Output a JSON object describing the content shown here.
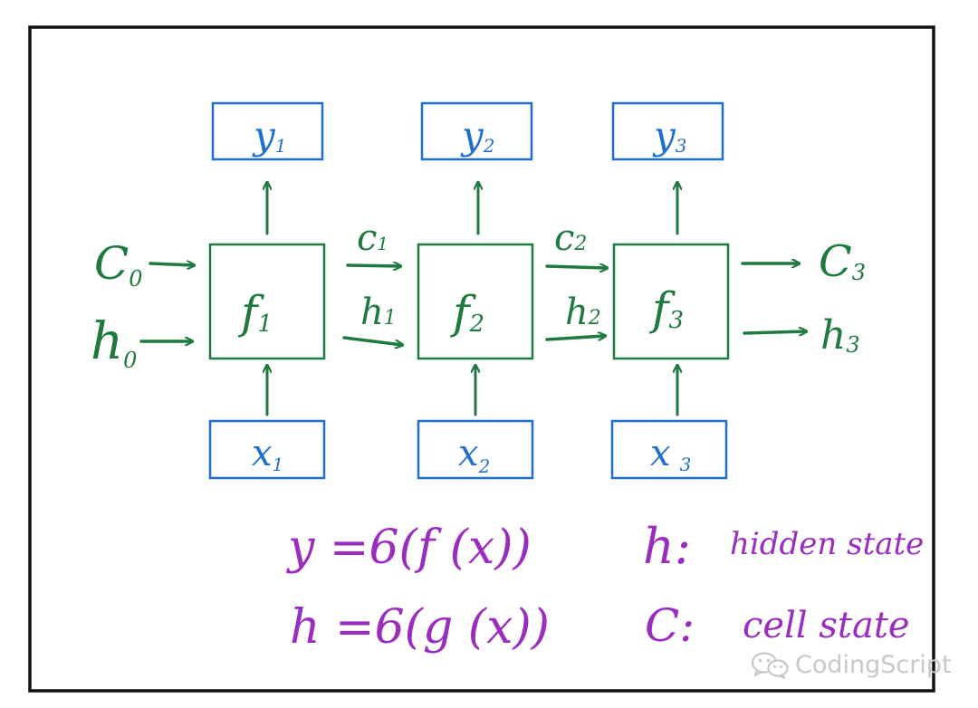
{
  "colors": {
    "frame": "#111111",
    "cell": "#1f7a3f",
    "io": "#1f6fd1",
    "formula": "#9b2cc0",
    "watermark": "#c8c8c8"
  },
  "cells": [
    {
      "label": "f",
      "sub": "1"
    },
    {
      "label": "f",
      "sub": "2"
    },
    {
      "label": "f",
      "sub": "3"
    }
  ],
  "outputs": [
    {
      "label": "y",
      "sub": "1"
    },
    {
      "label": "y",
      "sub": "2"
    },
    {
      "label": "y",
      "sub": "3"
    }
  ],
  "inputs": [
    {
      "label": "x",
      "sub": "1"
    },
    {
      "label": "x",
      "sub": "2"
    },
    {
      "label": "x",
      "sub": "3"
    }
  ],
  "states": {
    "c0": {
      "label": "C",
      "sub": "0"
    },
    "h0": {
      "label": "h",
      "sub": "0"
    },
    "c1": {
      "label": "c",
      "sub": "1"
    },
    "h1": {
      "label": "h",
      "sub": "1"
    },
    "c2": {
      "label": "c",
      "sub": "2"
    },
    "h2": {
      "label": "h",
      "sub": "2"
    },
    "c3": {
      "label": "C",
      "sub": "3"
    },
    "h3": {
      "label": "h",
      "sub": "3"
    }
  },
  "formulas": {
    "y": "y =6(f (x))",
    "h": "h =6(g (x))"
  },
  "legend": {
    "h_symbol": "h:",
    "h_desc": "hidden state",
    "c_symbol": "C:",
    "c_desc": "cell state"
  },
  "watermark": {
    "text": "CodingScript",
    "icon": "wechat-icon"
  }
}
